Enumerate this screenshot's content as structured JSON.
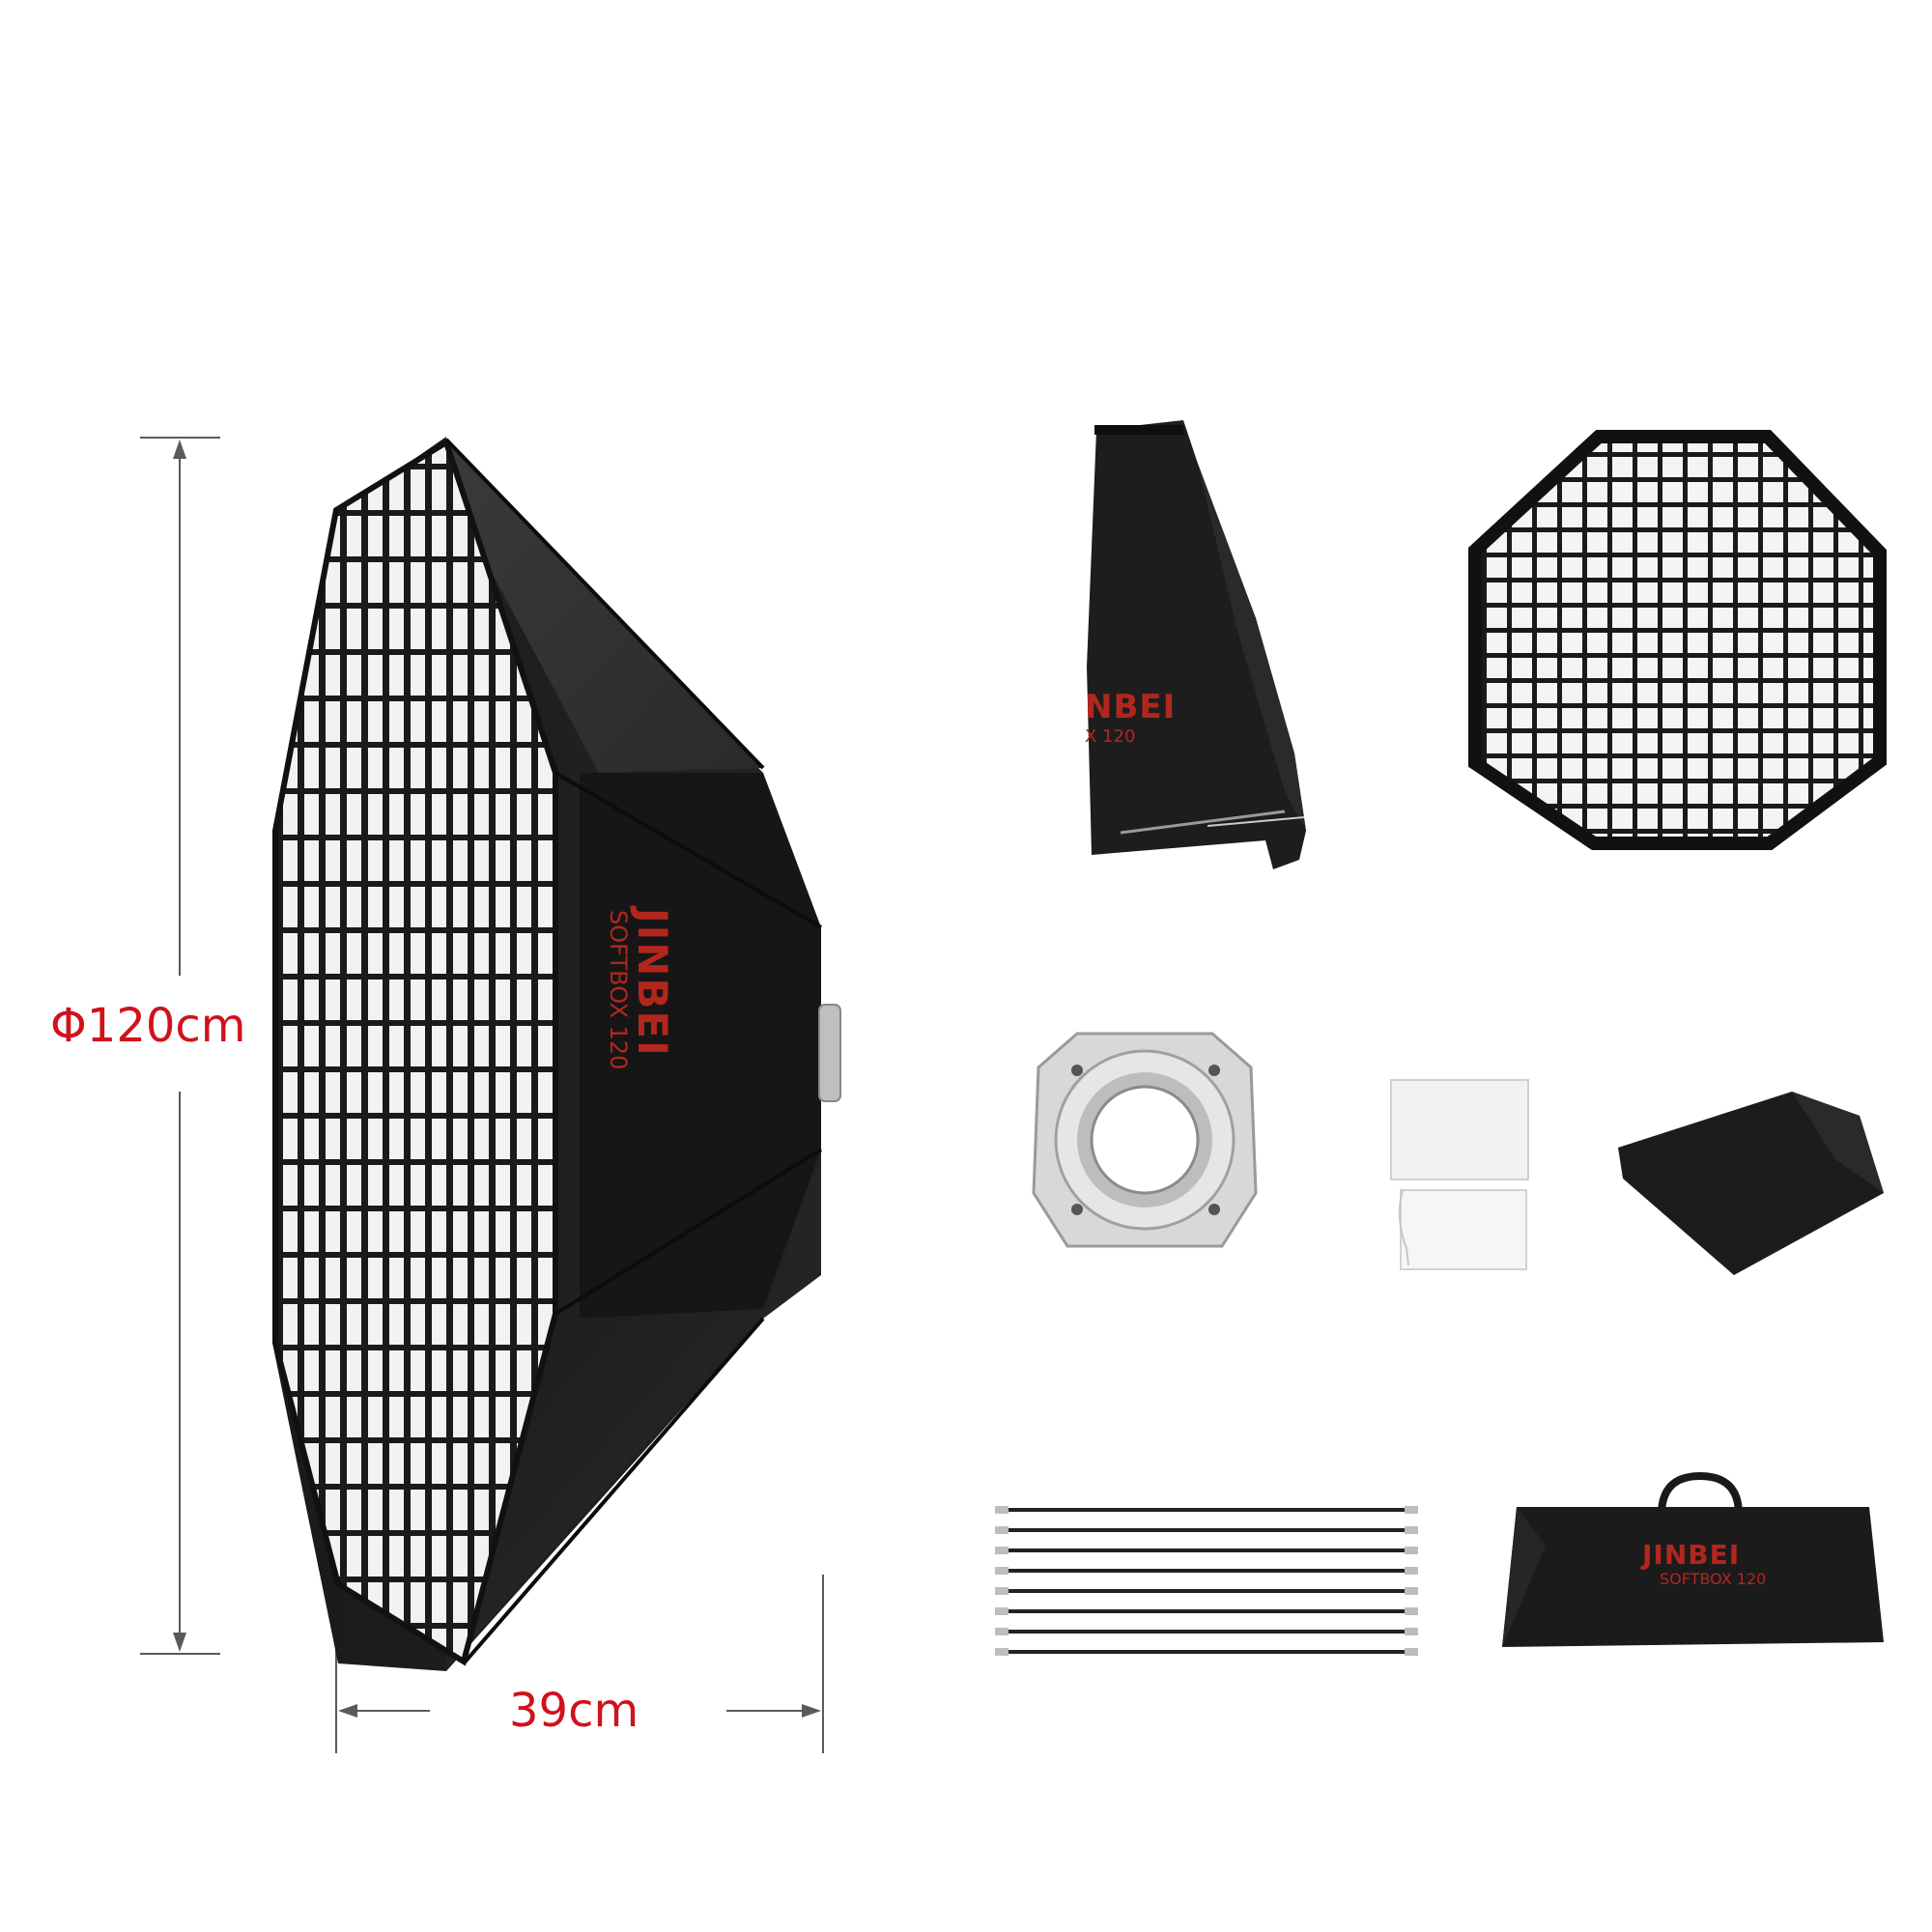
{
  "dimensions": {
    "height_label": "Φ120cm",
    "depth_label": "39cm"
  },
  "branding": {
    "logo": "JINBEI",
    "model": "SOFTBOX 120",
    "partial_logo": "NBEI",
    "partial_model": "X 120"
  },
  "colors": {
    "label_red": "#d0121b",
    "logo_red": "#b3261e",
    "fabric": "#1e1e1e",
    "dimension_line": "#555555"
  }
}
